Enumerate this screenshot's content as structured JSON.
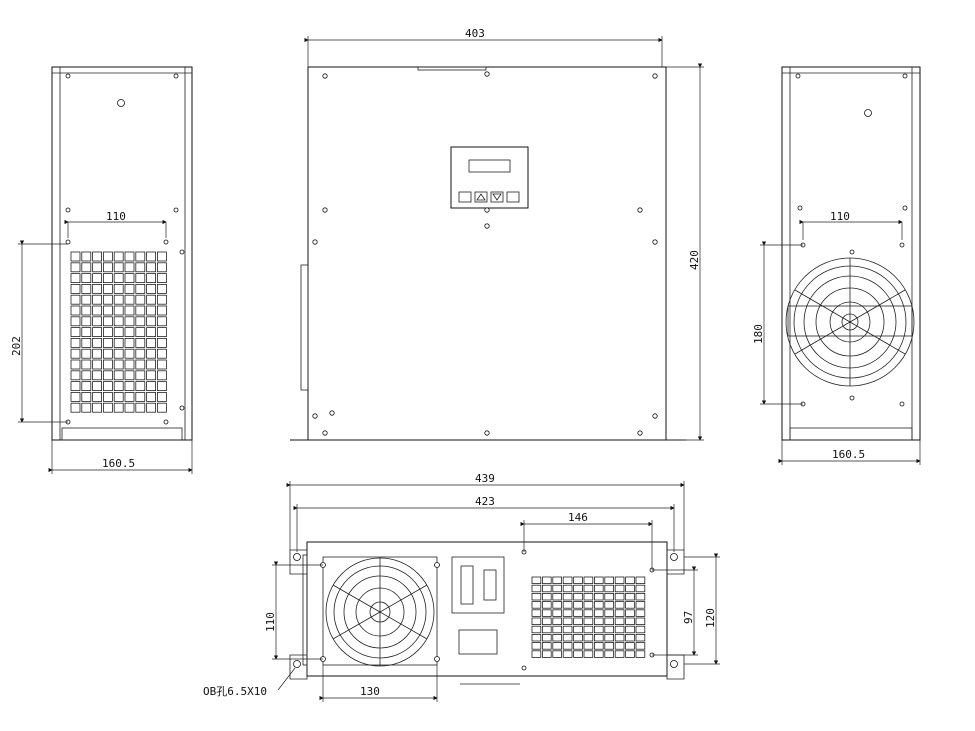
{
  "dimensions": {
    "left_view": {
      "height": "202",
      "hole_spacing": "110",
      "depth": "160.5"
    },
    "front_view": {
      "width": "403",
      "height": "420"
    },
    "right_view": {
      "height": "180",
      "hole_spacing": "110",
      "depth": "160.5"
    },
    "bottom_view": {
      "overall_width": "439",
      "mount_width": "423",
      "inner_spacing": "146",
      "fan_hole_spacing": "110",
      "fan_hole_width": "130",
      "height_outer": "120",
      "height_inner": "97",
      "slot_label": "OB孔6.5X10"
    }
  },
  "grid": {
    "left_cols": 9,
    "left_rows": 15,
    "bottom_cols": 11,
    "bottom_rows": 10
  }
}
